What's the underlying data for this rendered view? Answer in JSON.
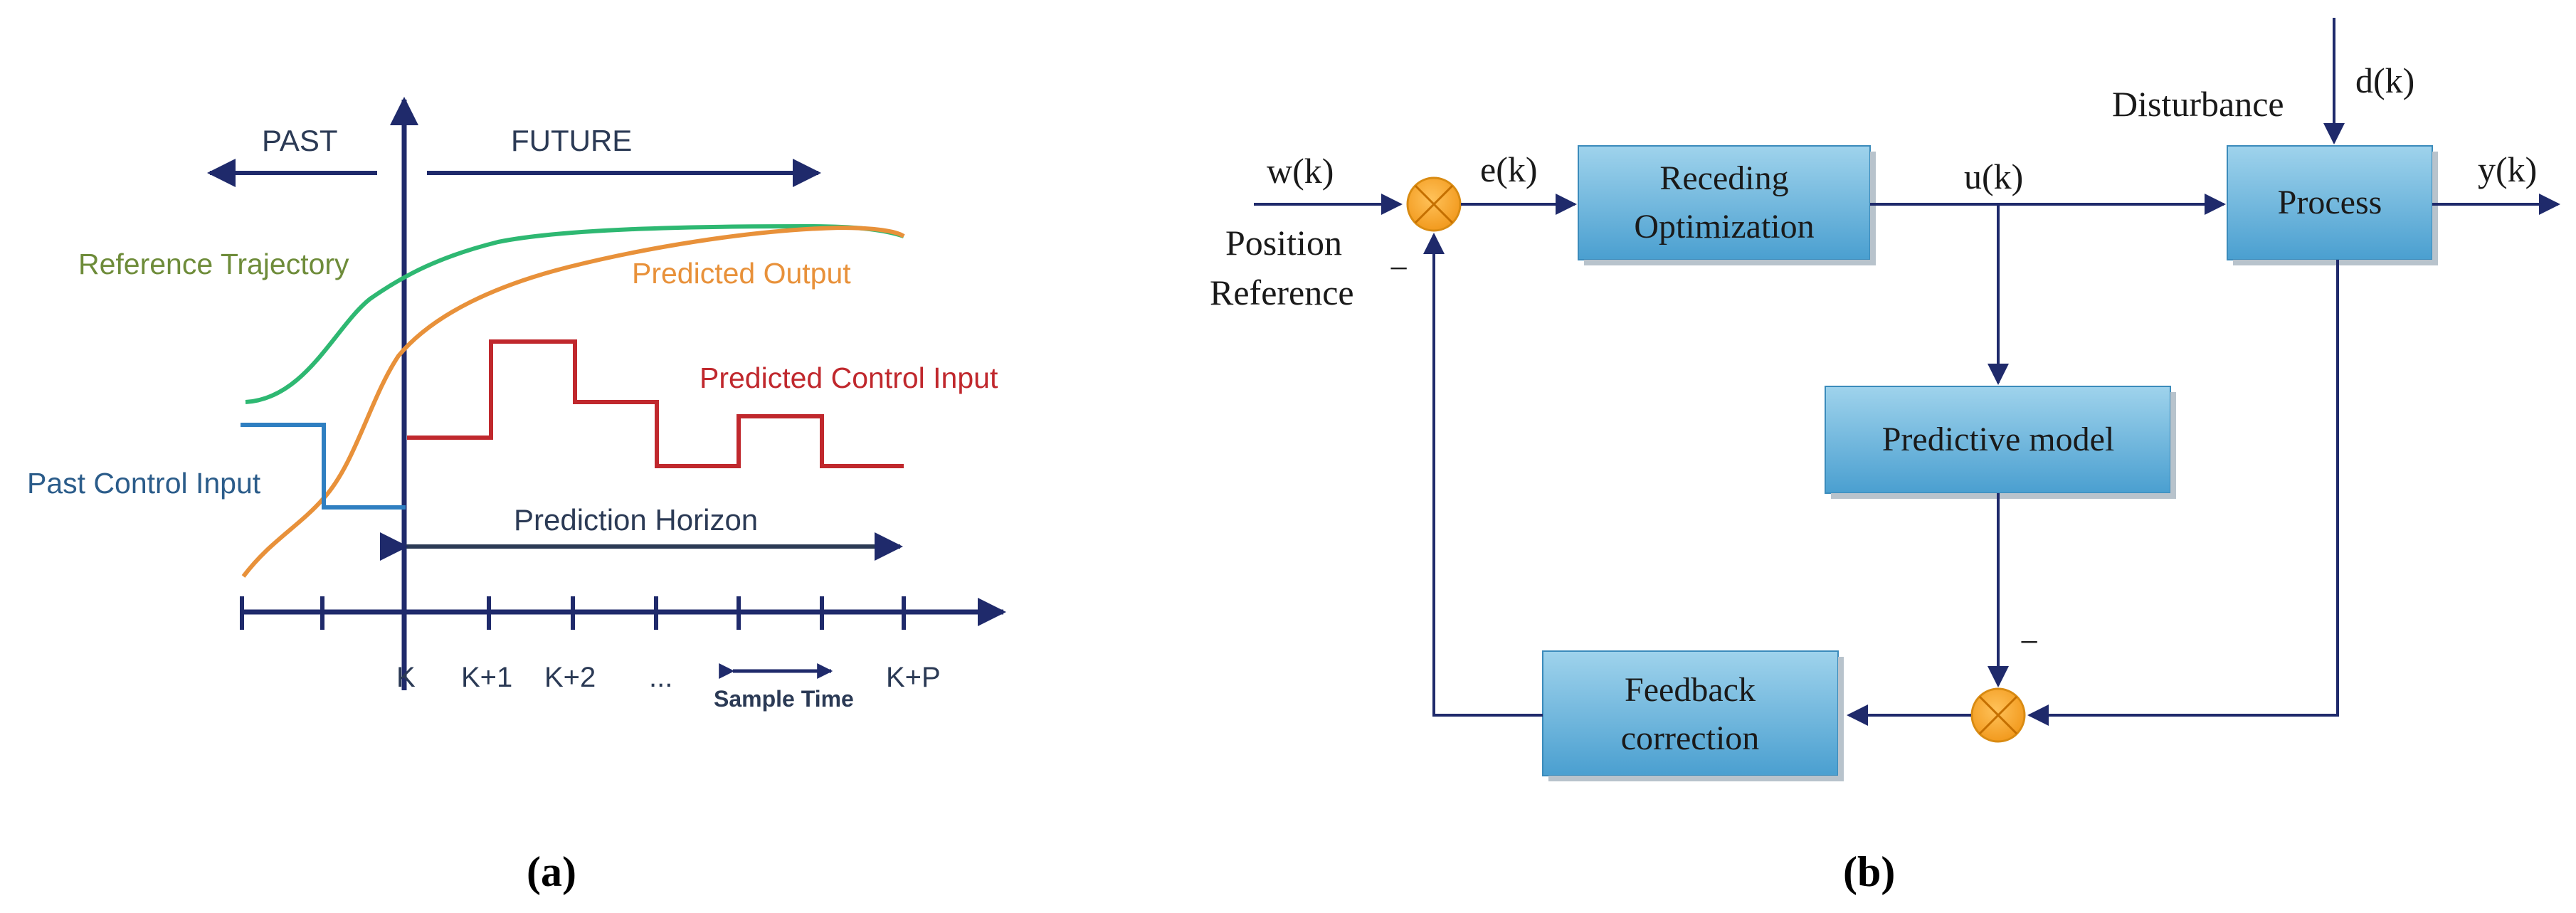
{
  "panel_a": {
    "past": "PAST",
    "future": "FUTURE",
    "reference_trajectory": "Reference Trajectory",
    "predicted_output": "Predicted Output",
    "predicted_control_input": "Predicted Control Input",
    "past_control_input": "Past Control Input",
    "prediction_horizon": "Prediction Horizon",
    "ticks": [
      "K",
      "K+1",
      "K+2",
      "...",
      "K+P"
    ],
    "sample_time": "Sample Time",
    "caption": "(a)",
    "colors": {
      "axis": "#1f2a6b",
      "reference": "#2eb872",
      "output": "#e8913a",
      "control_future": "#c0282d",
      "control_past": "#2f7fc1",
      "text_dark": "#2b3a55"
    }
  },
  "panel_b": {
    "w": "w(k)",
    "position_reference_1": "Position",
    "position_reference_2": "Reference",
    "minus_1": "−",
    "e": "e(k)",
    "receding_1": "Receding",
    "receding_2": "Optimization",
    "u": "u(k)",
    "disturbance": "Disturbance",
    "d": "d(k)",
    "process": "Process",
    "y": "y(k)",
    "predictive_model": "Predictive model",
    "feedback_1": "Feedback",
    "feedback_2": "correction",
    "minus_2": "−",
    "caption": "(b)",
    "colors": {
      "block_top": "#8ecbe8",
      "block_bottom": "#4a9fd0",
      "line": "#1f2a6b",
      "sum_fill": "#f5a623"
    }
  }
}
